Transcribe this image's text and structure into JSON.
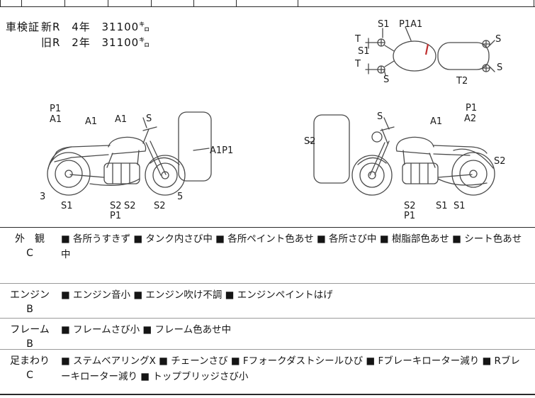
{
  "header": {
    "title": "車検証",
    "line1": "新R 4年 31100㌔",
    "line2": "旧R 2年 31100㌔"
  },
  "colors": {
    "line_art": "#4a4a4a",
    "damage_mark": "#c03030",
    "rule_dark": "#2a2a2a",
    "rule_light": "#9a9a9a"
  },
  "diagrams": {
    "top_labels": [
      "S1",
      "P1A1",
      "T",
      "S1",
      "T",
      "S",
      "S",
      "S",
      "T2"
    ],
    "left_labels": [
      "P1",
      "A1",
      "A1",
      "A1",
      "S",
      "A1P1",
      "3",
      "S1",
      "S2",
      "S2",
      "P1",
      "S2",
      "5"
    ],
    "right_labels": [
      "S",
      "P1",
      "A1",
      "A2",
      "S2",
      "S2",
      "S2",
      "P1",
      "S1",
      "S1"
    ]
  },
  "table": {
    "rows": [
      {
        "category": "外　観",
        "grade": "C",
        "notes": "■ 各所うすきず ■ タンク内さび中 ■ 各所ペイント色あせ ■ 各所さび中 ■ 樹脂部色あせ ■ シート色あせ中"
      },
      {
        "category": "エンジン",
        "grade": "B",
        "notes": "■ エンジン音小 ■ エンジン吹け不調 ■ エンジンペイントはげ"
      },
      {
        "category": "フレーム",
        "grade": "B",
        "notes": "■ フレームさび小 ■ フレーム色あせ中"
      },
      {
        "category": "足まわり",
        "grade": "C",
        "notes": "■ ステムベアリングX ■ チェーンさび ■ Fフォークダストシールひび ■ Fブレーキローター減り ■ Rブレーキローター減り ■ トップブリッジさび小"
      }
    ]
  }
}
